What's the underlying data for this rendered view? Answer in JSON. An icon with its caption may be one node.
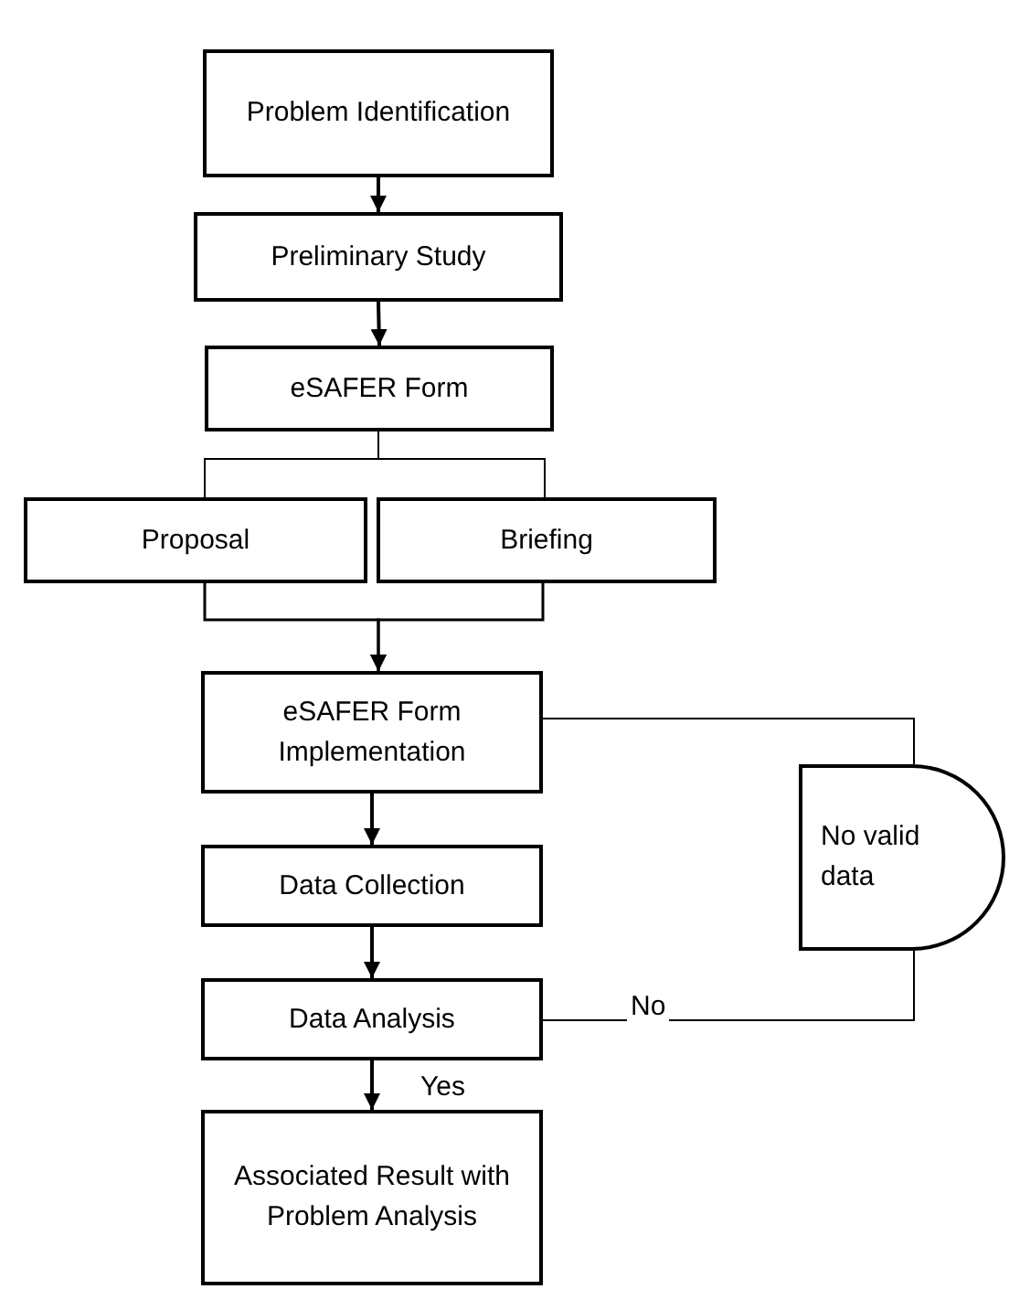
{
  "diagram": {
    "nodes": [
      {
        "text": [
          "Problem Identification"
        ]
      },
      {
        "text": [
          "Preliminary Study"
        ]
      },
      {
        "text": [
          "eSAFER Form"
        ]
      },
      {
        "text": [
          "Proposal"
        ]
      },
      {
        "text": [
          "Briefing"
        ]
      },
      {
        "text": [
          "eSAFER Form Implementation"
        ]
      },
      {
        "text": [
          "Data Collection"
        ]
      },
      {
        "text": [
          "Data Analysis"
        ]
      },
      {
        "text": [
          "Associated Result with Problem Analysis"
        ]
      },
      {
        "text": [
          "No valid data"
        ]
      }
    ],
    "edges": [
      {
        "from": 0,
        "to": 1,
        "arrow": "to"
      },
      {
        "from": 1,
        "to": 2,
        "arrow": "to"
      },
      {
        "from": 2,
        "to": 3,
        "arrow": "none"
      },
      {
        "from": 2,
        "to": 4,
        "arrow": "none"
      },
      {
        "from": 3,
        "to": 5,
        "arrow": "to"
      },
      {
        "from": 4,
        "to": 5,
        "arrow": "to"
      },
      {
        "from": 5,
        "to": 6,
        "arrow": "to"
      },
      {
        "from": 6,
        "to": 7,
        "arrow": "to"
      },
      {
        "from": 7,
        "to": 8,
        "label": "Yes",
        "arrow": "to"
      },
      {
        "from": 7,
        "to": 9,
        "label": "No",
        "arrow": "none"
      },
      {
        "from": 9,
        "to": 5,
        "arrow": "none"
      }
    ]
  }
}
